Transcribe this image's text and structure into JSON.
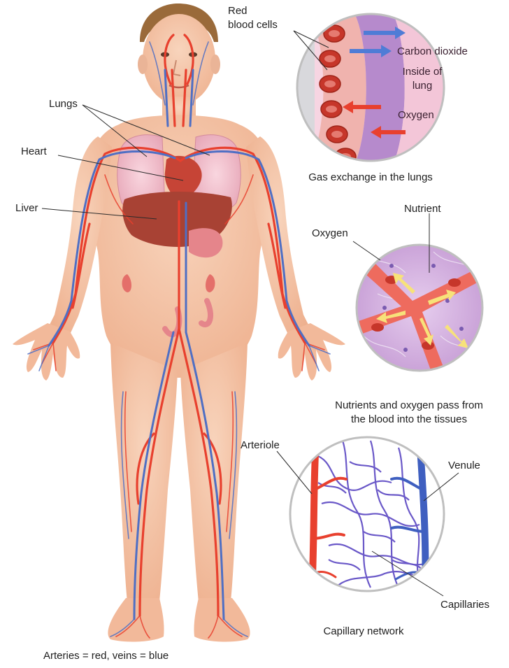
{
  "labels": {
    "red_blood_cells_line1": "Red",
    "red_blood_cells_line2": "blood cells",
    "carbon_dioxide": "Carbon dioxide",
    "inside_lung_line1": "Inside of",
    "inside_lung_line2": "lung",
    "oxygen_lung": "Oxygen",
    "lungs": "Lungs",
    "heart": "Heart",
    "liver": "Liver",
    "nutrient": "Nutrient",
    "oxygen_tissue": "Oxygen",
    "arteriole": "Arteriole",
    "venule": "Venule",
    "capillaries": "Capillaries"
  },
  "captions": {
    "gas_exchange": "Gas exchange in the lungs",
    "nutrients_line1": "Nutrients and oxygen pass from",
    "nutrients_line2": "the blood into the tissues",
    "capillary_network": "Capillary network",
    "legend": "Arteries = red, veins = blue"
  },
  "colors": {
    "artery": "#e8402e",
    "vein": "#4f6fc4",
    "skin": "#f4c2a6",
    "capillary": "#6a58c8",
    "tissue": "#c9a2d6"
  }
}
